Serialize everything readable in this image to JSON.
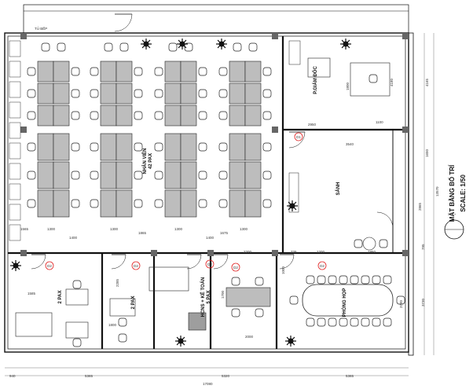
{
  "rooms": {
    "director": "P.GIÁM ĐỐC",
    "lobby": "SẢNH",
    "meeting": "PHÒNG HỌP",
    "staff_left": "NHÂN VIÊN",
    "staff_count": "42 PAX",
    "office_mid": "2 PAX",
    "office_left": "2 PAX",
    "accounting": "HCNS + KẾ TOÁN",
    "accounting_count": "5 PAX"
  },
  "plan_title": "MẶT BẰNG BỐ TRÍ",
  "plan_scale": "SCALE: 1/50",
  "tags": {
    "pantry_label": "TỦ BẾP"
  },
  "dims": {
    "top_right": "4165",
    "right_upper": "1650",
    "right_mid": "2865",
    "right_total": "13570",
    "right_lower": "3730",
    "right_side": "795",
    "bottom_total": "17080",
    "bottom_a": "5365",
    "bottom_b": "5320",
    "bottom_c": "5365",
    "bottom_d": "940",
    "desk_width": "1300",
    "desk_gap": "1400",
    "row_a": "1865",
    "row_b": "1565",
    "row_c": "1675",
    "lobby_width": "3540",
    "dir_a": "2950",
    "dir_b": "1100",
    "dir_c": "1800",
    "dir_d": "4180",
    "office_a": "1585",
    "office_b": "1800",
    "office_c": "2285",
    "acc_a": "2200",
    "acc_b": "1700",
    "acc_c": "2000",
    "meet_a": "1000",
    "meet_b": "725",
    "meet_c": "1200",
    "meet_d": "1850",
    "meet_e": "3730"
  },
  "door_tags": [
    "D1",
    "D2",
    "D2",
    "D2",
    "D2",
    "D2"
  ]
}
